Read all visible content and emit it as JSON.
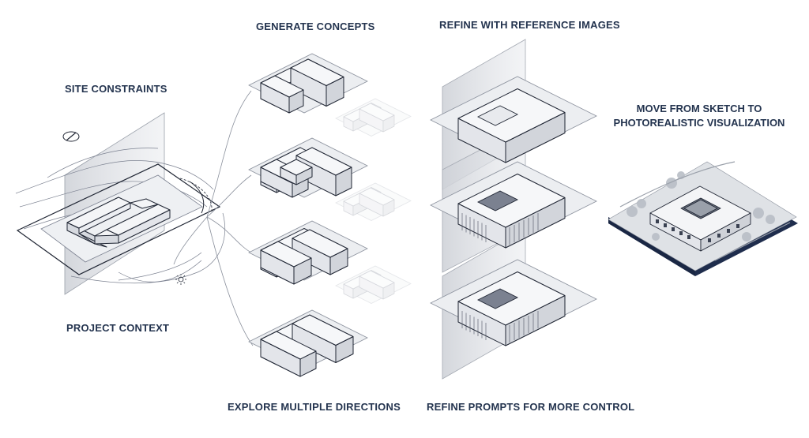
{
  "labels": {
    "site_constraints": "SITE CONSTRAINTS",
    "project_context": "PROJECT CONTEXT",
    "generate_concepts": "GENERATE CONCEPTS",
    "explore_directions": "EXPLORE MULTIPLE DIRECTIONS",
    "refine_reference": "REFINE WITH REFERENCE IMAGES",
    "refine_prompts": "REFINE PROMPTS FOR MORE CONTROL",
    "final_line1": "MOVE FROM SKETCH TO",
    "final_line2": "PHOTOREALISTIC VISUALIZATION"
  },
  "colors": {
    "text": "#24344f",
    "line": "#2a2f3a",
    "plane": "#c9ccd3",
    "model_top": "#f4f5f7",
    "model_side": "#e3e5ea",
    "base_dark": "#1f2d4d"
  },
  "icons": {
    "compass": "north-compass-icon",
    "sun": "sun-icon"
  }
}
